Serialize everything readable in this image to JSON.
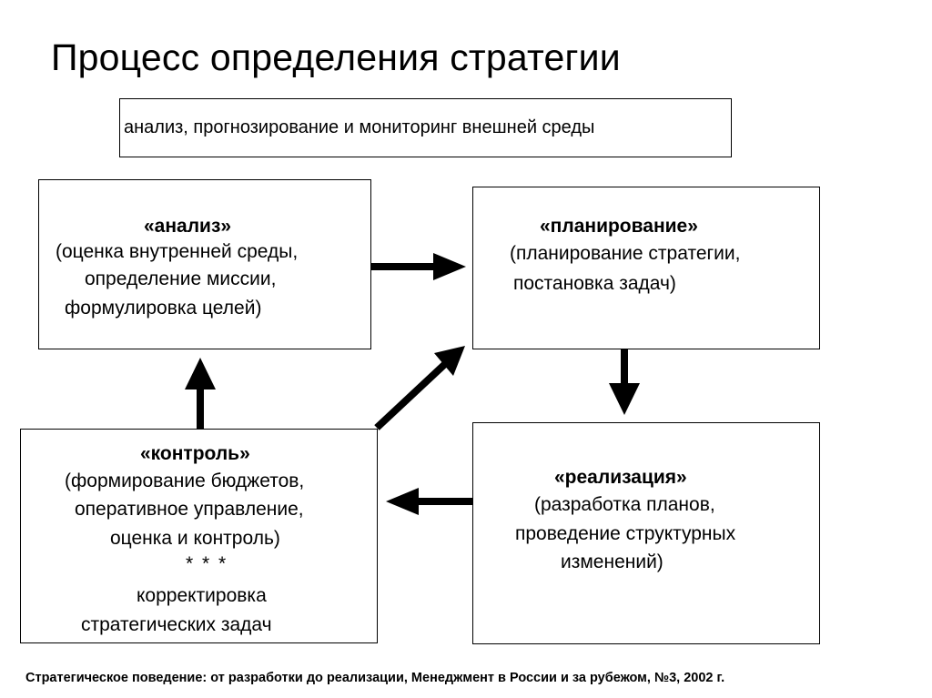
{
  "title": "Процесс определения стратегии",
  "environment": {
    "text": "анализ, прогнозирование и мониторинг внешней среды"
  },
  "analysis": {
    "heading": "«анализ»",
    "lines": [
      "(оценка внутренней среды,",
      "определение миссии,",
      "формулировка целей)"
    ]
  },
  "planning": {
    "heading": "«планирование»",
    "lines": [
      "(планирование стратегии,",
      "постановка задач)"
    ]
  },
  "control": {
    "heading": "«контроль»",
    "lines": [
      "(формирование бюджетов,",
      "оперативное управление,",
      "оценка и контроль)",
      "* * *",
      "корректировка",
      "стратегических задач"
    ]
  },
  "implementation": {
    "heading": "«реализация»",
    "lines": [
      "(разработка планов,",
      "проведение структурных",
      "изменений)"
    ]
  },
  "footer": "Стратегическое поведение: от разработки до реализации, Менеджмент в России и за рубежом, №3, 2002 г.",
  "colors": {
    "stroke": "#000000",
    "background": "#ffffff"
  }
}
